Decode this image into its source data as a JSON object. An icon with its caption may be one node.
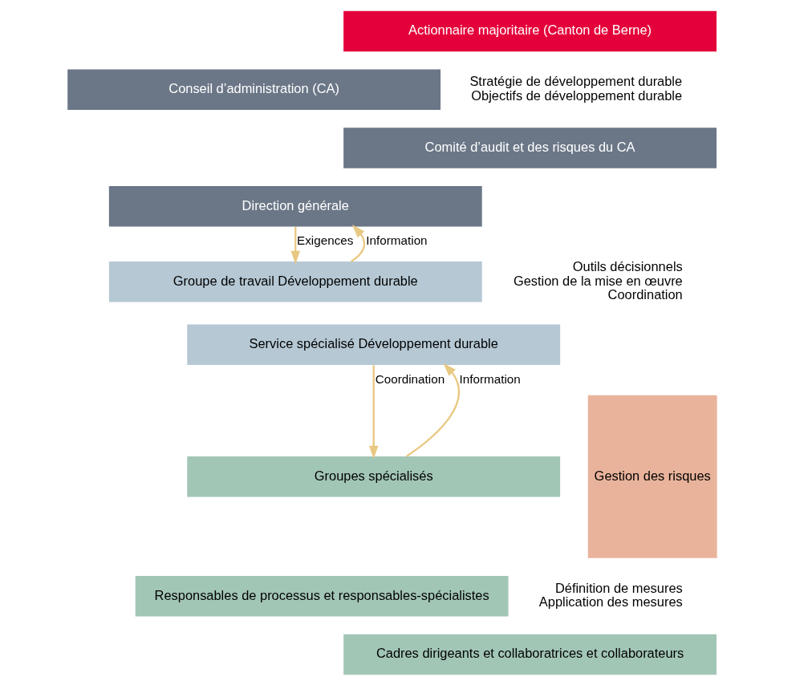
{
  "diagram": {
    "nodes": [
      {
        "text": [
          "Actionnaire majoritaire (Canton de Berne)"
        ]
      },
      {
        "text": [
          "Conseil d’administration (CA)"
        ]
      },
      {
        "text": [
          "Comité d’audit et des risques du CA"
        ]
      },
      {
        "text": [
          "Direction générale"
        ]
      },
      {
        "text": [
          "Groupe de travail Développement durable"
        ]
      },
      {
        "text": [
          "Service spécialisé Développement durable"
        ]
      },
      {
        "text": [
          "Groupes spécialisés"
        ]
      },
      {
        "text": [
          "Responsables de processus et responsables-spécialistes"
        ]
      },
      {
        "text": [
          "Cadres dirigeants et collaboratrices et collaborateurs"
        ]
      },
      {
        "text": [
          "Gestion des risques"
        ]
      }
    ],
    "edges": [
      {
        "from": 3,
        "to": 4,
        "arrow": "to",
        "label": "Exigences"
      },
      {
        "from": 4,
        "to": 3,
        "arrow": "to",
        "label": "Information"
      },
      {
        "from": 5,
        "to": 6,
        "arrow": "to",
        "label": "Coordination"
      },
      {
        "from": 6,
        "to": 5,
        "arrow": "to",
        "label": "Information"
      }
    ],
    "labels": [
      "Stratégie de développement durable",
      "Objectifs de développement durable",
      "Outils décisionnels",
      "Gestion de la mise en œuvre",
      "Coordination",
      "Définition de mesures",
      "Application des mesures"
    ]
  }
}
